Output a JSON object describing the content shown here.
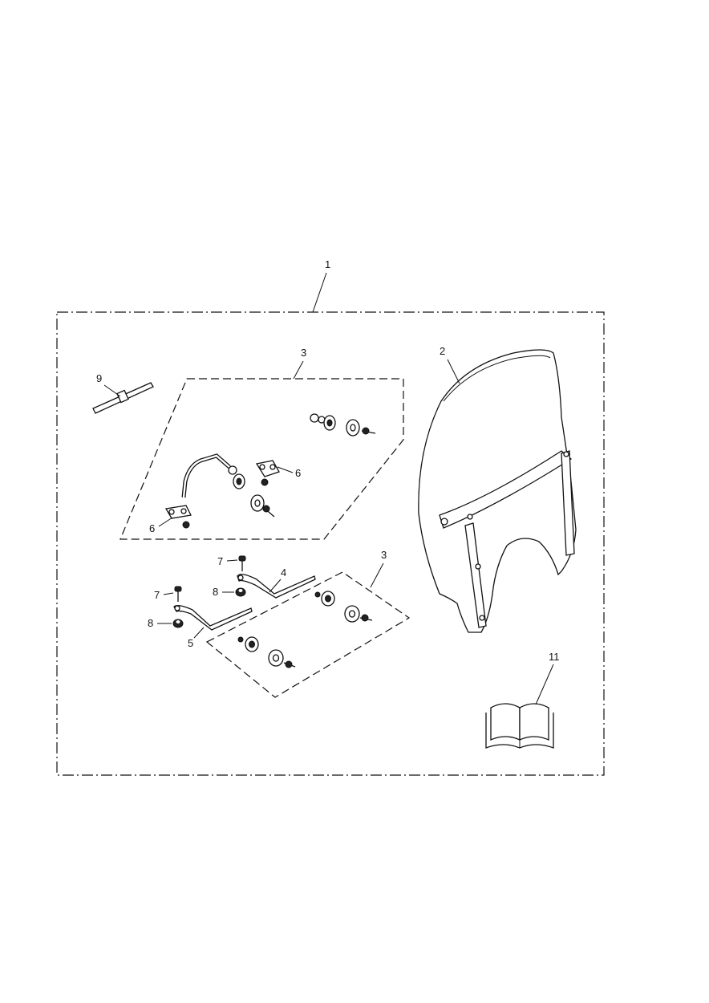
{
  "callouts": {
    "c1": "1",
    "c2": "2",
    "c3a": "3",
    "c3b": "3",
    "c4": "4",
    "c5": "5",
    "c6a": "6",
    "c6b": "6",
    "c7a": "7",
    "c7b": "7",
    "c8a": "8",
    "c8b": "8",
    "c9": "9",
    "c11": "11"
  }
}
